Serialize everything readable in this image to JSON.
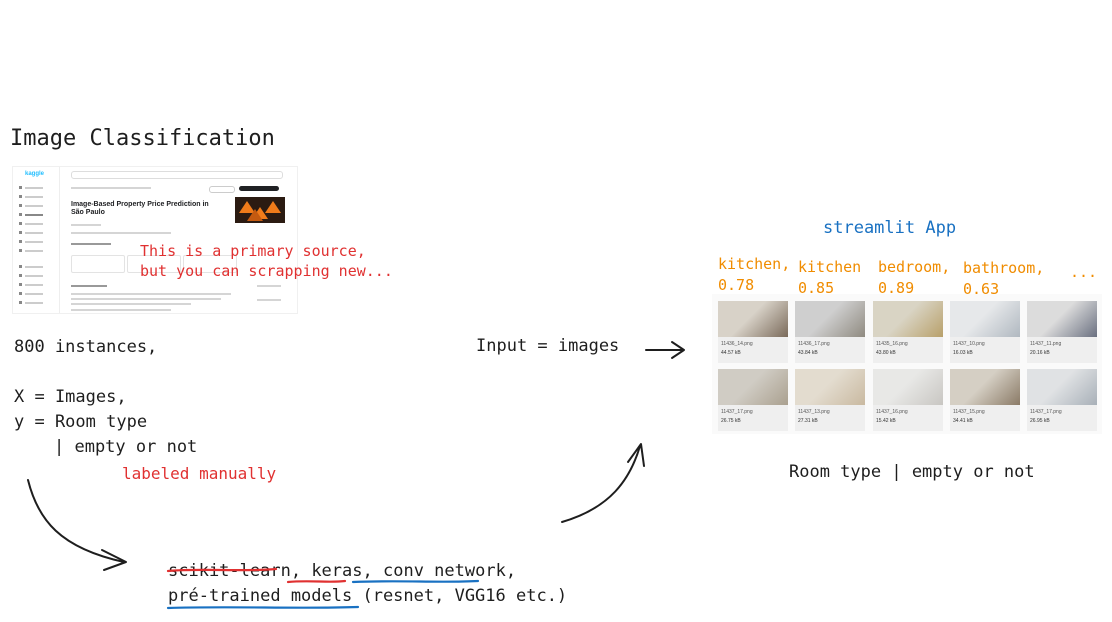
{
  "title": "Image Classification",
  "kaggle": {
    "logo": "kaggle",
    "dataset_title": "Image-Based Property Price Prediction in São Paulo"
  },
  "notes": {
    "source_line1": "This is a primary source,",
    "source_line2": "but you can scrapping new...",
    "instances": "800 instances,",
    "x_line": "X = Images,",
    "y_line": "y = Room type",
    "y_line2": "| empty or not",
    "labeled": "labeled manually",
    "input": "Input = images",
    "room_type": "Room type | empty or not"
  },
  "tools": {
    "struck": "scikit-learn",
    "keras": "keras",
    "conv": "conv network",
    "pretrained": "pré-trained models",
    "examples": " (resnet, VGG16 etc.)"
  },
  "streamlit": {
    "title": "streamlit App",
    "predictions": [
      {
        "label": "kitchen,",
        "score": "0.78"
      },
      {
        "label": "kitchen",
        "score": "0.85"
      },
      {
        "label": "bedroom,",
        "score": "0.89"
      },
      {
        "label": "bathroom,",
        "score": "0.63"
      },
      {
        "label": "...",
        "score": ""
      }
    ],
    "images": [
      {
        "name": "11436_14.png",
        "size": "44.57 kB",
        "colors": [
          "#d8d2c8",
          "#7a6a5a"
        ]
      },
      {
        "name": "11436_17.png",
        "size": "43.84 kB",
        "colors": [
          "#cfcfcf",
          "#8f8a80"
        ]
      },
      {
        "name": "11435_16.png",
        "size": "43.80 kB",
        "colors": [
          "#d9d4c4",
          "#b8a06a"
        ]
      },
      {
        "name": "11437_10.png",
        "size": "16.03 kB",
        "colors": [
          "#e6e8ea",
          "#b0b8c0"
        ]
      },
      {
        "name": "11437_11.png",
        "size": "20.16 kB",
        "colors": [
          "#dcdcdc",
          "#6a7080"
        ]
      },
      {
        "name": "11437_17.png",
        "size": "26.75 kB",
        "colors": [
          "#d0ccc4",
          "#aaa08f"
        ]
      },
      {
        "name": "11437_13.png",
        "size": "27.31 kB",
        "colors": [
          "#e3dccf",
          "#c9b9a0"
        ]
      },
      {
        "name": "11437_16.png",
        "size": "15.42 kB",
        "colors": [
          "#e8e8e6",
          "#c8c6c2"
        ]
      },
      {
        "name": "11437_15.png",
        "size": "34.41 kB",
        "colors": [
          "#d5cfc4",
          "#8a7a66"
        ]
      },
      {
        "name": "11437_17.png",
        "size": "26.95 kB",
        "colors": [
          "#e0e2e4",
          "#a8b0b8"
        ]
      }
    ]
  }
}
